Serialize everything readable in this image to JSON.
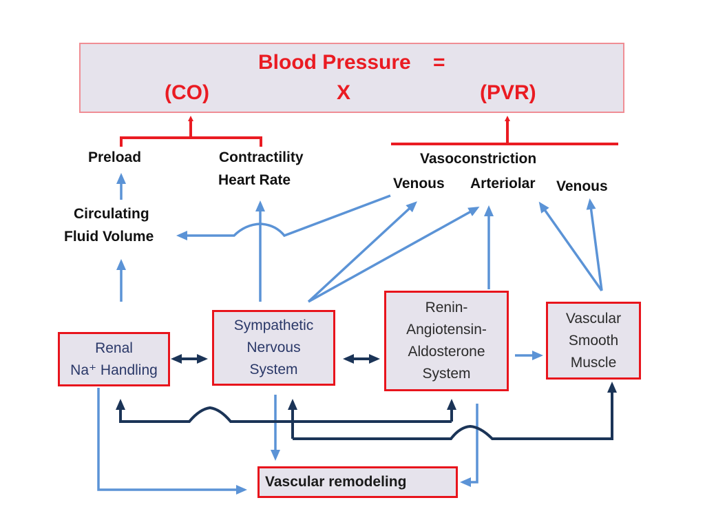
{
  "equation": {
    "lhs": "Blood Pressure",
    "equals": "=",
    "co": "(CO)",
    "times": "X",
    "pvr": "(PVR)"
  },
  "co_factors": {
    "preload": "Preload",
    "contractility": "Contractility",
    "heart_rate": "Heart Rate",
    "circulating_line1": "Circulating",
    "circulating_line2": "Fluid Volume"
  },
  "pvr_factors": {
    "vasoconstriction": "Vasoconstriction",
    "venous_left": "Venous",
    "arteriolar": "Arteriolar",
    "venous_right": "Venous"
  },
  "nodes": {
    "renal": "Renal\nNa⁺ Handling",
    "sns": "Sympathetic\nNervous\nSystem",
    "raas": "Renin-\nAngiotensin-\nAldosterone\nSystem",
    "vsm": "Vascular\nSmooth\nMuscle",
    "remodeling": "Vascular remodeling"
  },
  "colors": {
    "red": "#ea1b22",
    "blue_arrow": "#5b93d6",
    "dark_arrow": "#1b3457",
    "box_fill": "#e6e3ec"
  }
}
